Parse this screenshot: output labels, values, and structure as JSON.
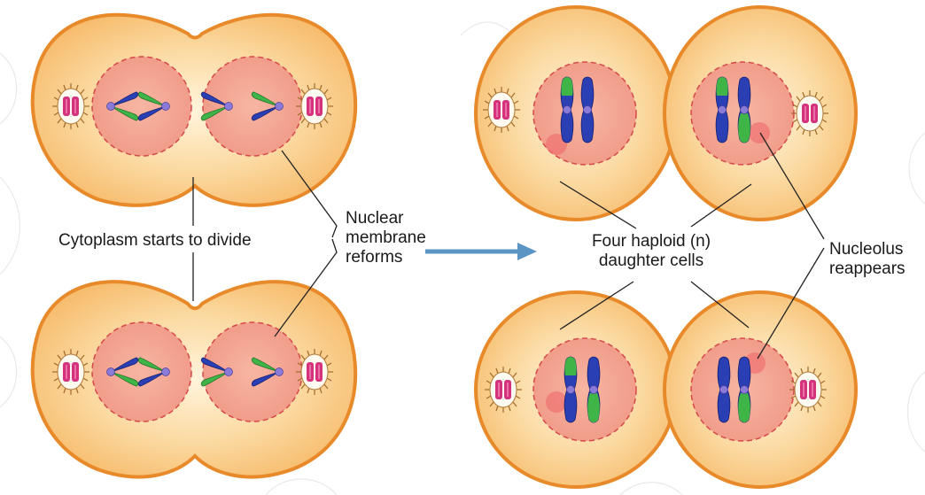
{
  "labels": {
    "cytoplasm": "Cytoplasm starts to divide",
    "nuclear_membrane": "Nuclear\nmembrane\nreforms",
    "four_haploid": "Four haploid (n)\ndaughter cells",
    "nucleolus": "Nucleolus\nreappears"
  },
  "colors": {
    "cell_outline": "#e8892a",
    "cell_fill": "#f6c27a",
    "cytoplasm_center": "#fff4dc",
    "nucleus": "#f2a090",
    "nucleus_border": "#d5484a",
    "chromatid_blue": "#2b3fb5",
    "chromatid_green": "#3fb548",
    "centromere": "#8b7bd8",
    "centriole": "#d6317d",
    "nucleolus": "#f07070",
    "arrow": "#5b95c4",
    "background_pattern": "#e6e6e6"
  }
}
